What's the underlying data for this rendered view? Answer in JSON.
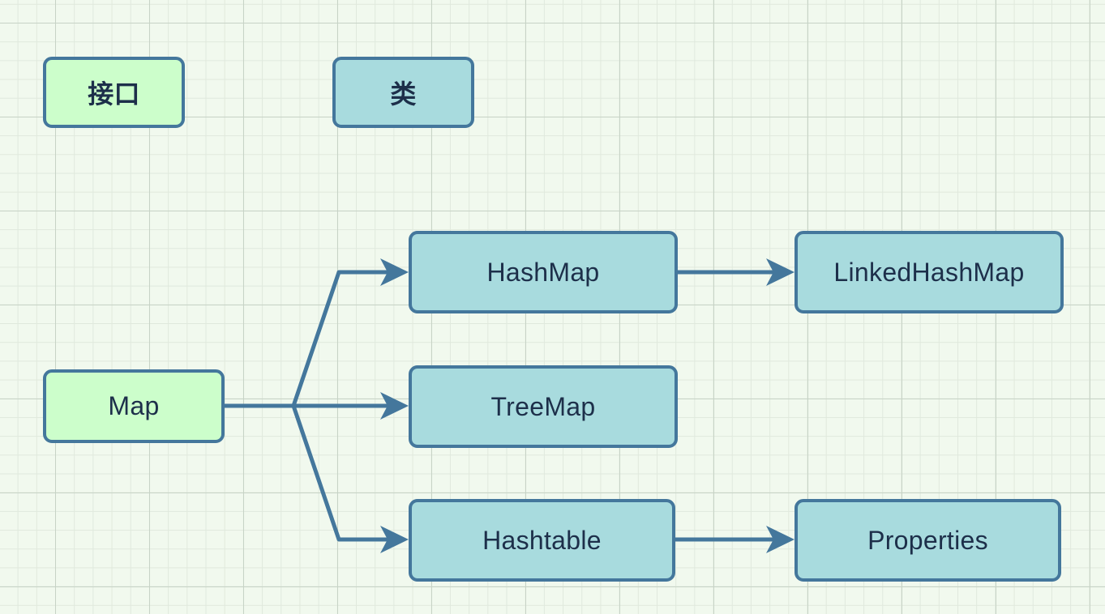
{
  "legend": {
    "interface_label": "接口",
    "class_label": "类"
  },
  "nodes": {
    "map": "Map",
    "hashmap": "HashMap",
    "treemap": "TreeMap",
    "hashtable": "Hashtable",
    "linkedhashmap": "LinkedHashMap",
    "properties": "Properties"
  },
  "edges": [
    {
      "from": "Map",
      "to": "HashMap"
    },
    {
      "from": "Map",
      "to": "TreeMap"
    },
    {
      "from": "Map",
      "to": "Hashtable"
    },
    {
      "from": "HashMap",
      "to": "LinkedHashMap"
    },
    {
      "from": "Hashtable",
      "to": "Properties"
    }
  ],
  "colors": {
    "interface_fill": "#ccfecb",
    "class_fill": "#a8dbde",
    "stroke": "#44779c",
    "text": "#1d2f4a",
    "background": "#f1f9ee"
  }
}
